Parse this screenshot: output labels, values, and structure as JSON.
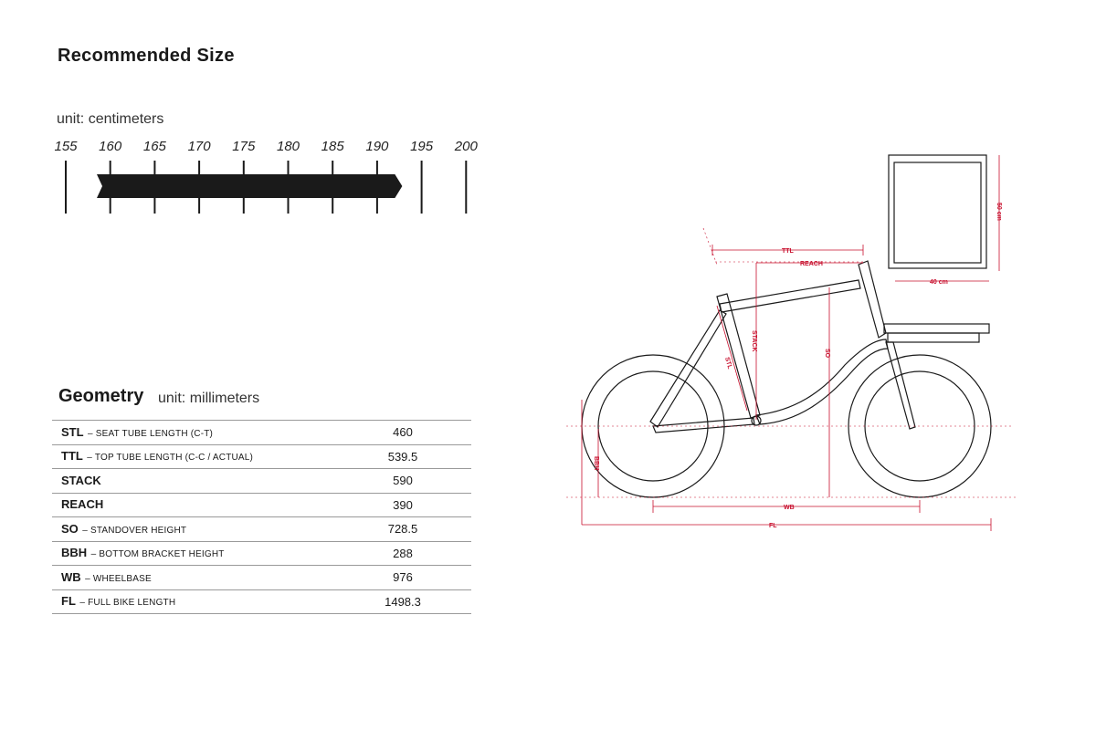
{
  "recommended": {
    "title": "Recommended Size",
    "unit_label": "unit: centimeters",
    "ticks": [
      "155",
      "160",
      "165",
      "170",
      "175",
      "180",
      "185",
      "190",
      "195",
      "200"
    ],
    "range_cm": [
      155,
      192
    ]
  },
  "geometry": {
    "title": "Geometry",
    "unit_label": "unit: millimeters",
    "rows": [
      {
        "abbr": "STL",
        "desc": "– Seat tube length (C-T)",
        "value": "460"
      },
      {
        "abbr": "TTL",
        "desc": "– Top tube length (C-C / actual)",
        "value": "539.5"
      },
      {
        "abbr": "STACK",
        "desc": "",
        "value": "590"
      },
      {
        "abbr": "REACH",
        "desc": "",
        "value": "390"
      },
      {
        "abbr": "SO",
        "desc": "– standover height",
        "value": "728.5"
      },
      {
        "abbr": "BBH",
        "desc": "– bottom bracket height",
        "value": "288"
      },
      {
        "abbr": "WB",
        "desc": "– wheelbase",
        "value": "976"
      },
      {
        "abbr": "FL",
        "desc": "– full bike length",
        "value": "1498.3"
      }
    ]
  },
  "diagram": {
    "labels": {
      "ttl": "TTL",
      "reach": "REACH",
      "stack": "STACK",
      "stl": "STL",
      "so": "SO",
      "bbh": "BBH",
      "wb": "WB",
      "fl": "FL",
      "crate_h": "50 cm",
      "crate_w": "40 cm"
    },
    "accent_color": "#c8102e"
  }
}
